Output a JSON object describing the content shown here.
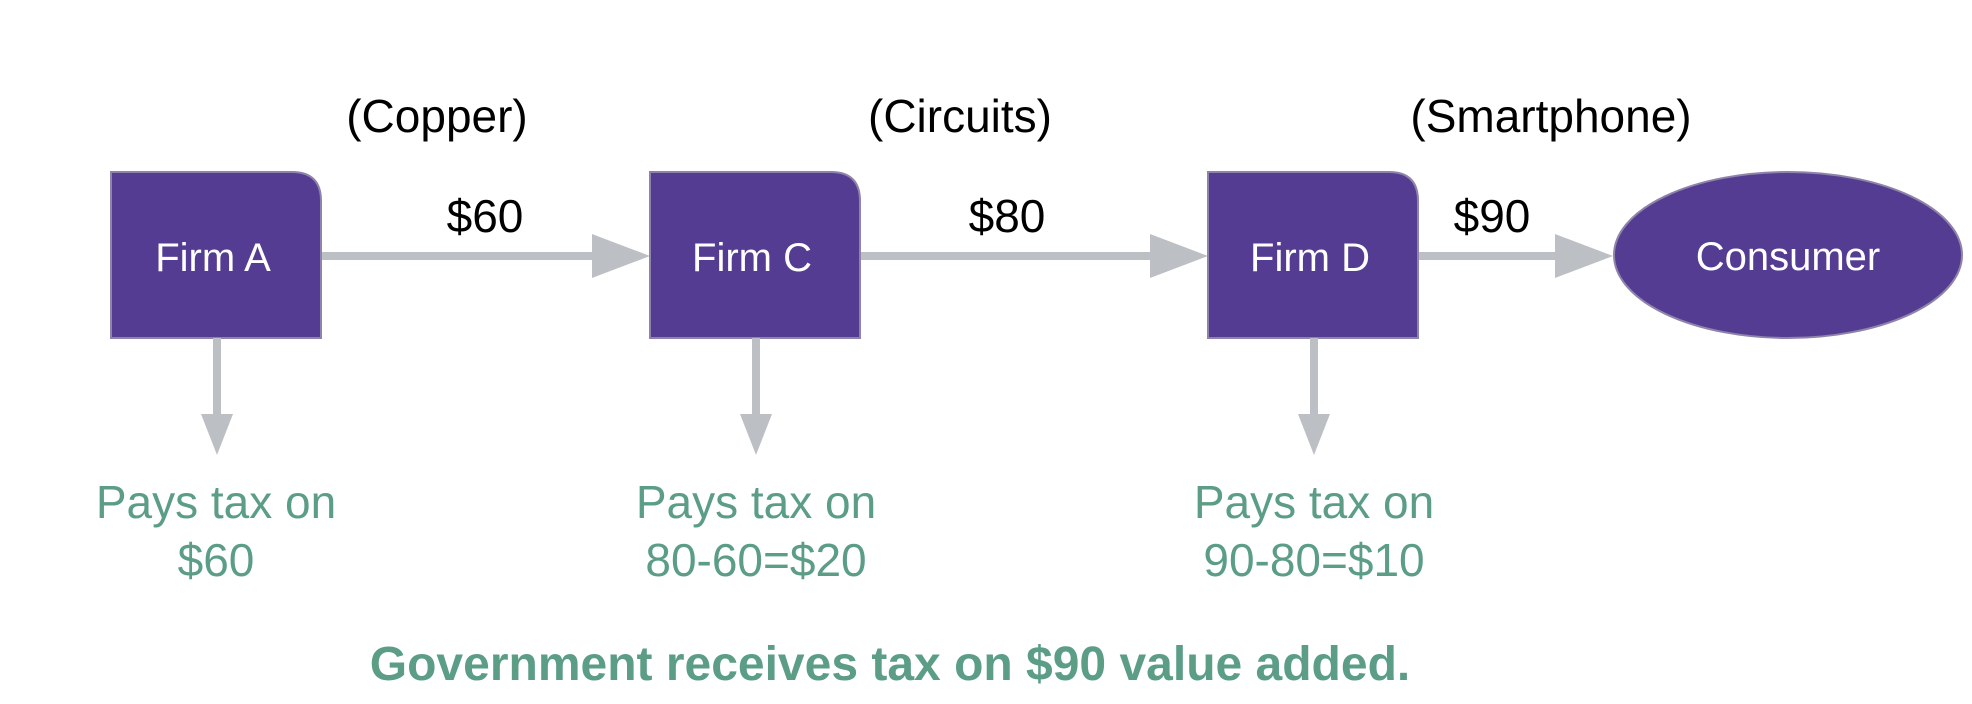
{
  "colors": {
    "node_fill": "#553c93",
    "node_text": "#ffffff",
    "arrow": "#bcc0c4",
    "tax_text": "#5b9e85",
    "label_text": "#000000"
  },
  "products": {
    "copper": "(Copper)",
    "circuits": "(Circuits)",
    "smartphone": "(Smartphone)"
  },
  "nodes": {
    "firm_a": "Firm A",
    "firm_c": "Firm C",
    "firm_d": "Firm D",
    "consumer": "Consumer"
  },
  "prices": {
    "a_to_c": "$60",
    "c_to_d": "$80",
    "d_to_consumer": "$90"
  },
  "taxes": {
    "firm_a": {
      "line1": "Pays tax on",
      "line2": "$60"
    },
    "firm_c": {
      "line1": "Pays tax on",
      "line2": "80-60=$20"
    },
    "firm_d": {
      "line1": "Pays tax on",
      "line2": "90-80=$10"
    }
  },
  "summary": "Government receives tax on $90 value added."
}
